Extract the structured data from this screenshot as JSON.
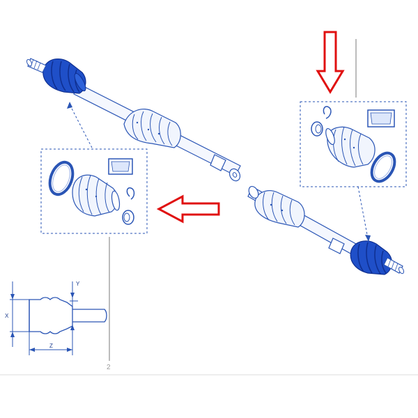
{
  "diagram": {
    "callout_number": "2",
    "dimensions": {
      "x_label": "X",
      "y_label": "Y",
      "z_label": "Z"
    },
    "colors": {
      "line": "#2a55b5",
      "boot_fill": "#1f4fc8",
      "boot_dark": "#0f2f90",
      "pale_fill": "#e7eefc",
      "arrow": "#e01010",
      "callout": "#9a9a9a"
    },
    "icons": {
      "left_arrow": "arrow-left-icon",
      "down_arrow": "arrow-down-icon"
    }
  }
}
